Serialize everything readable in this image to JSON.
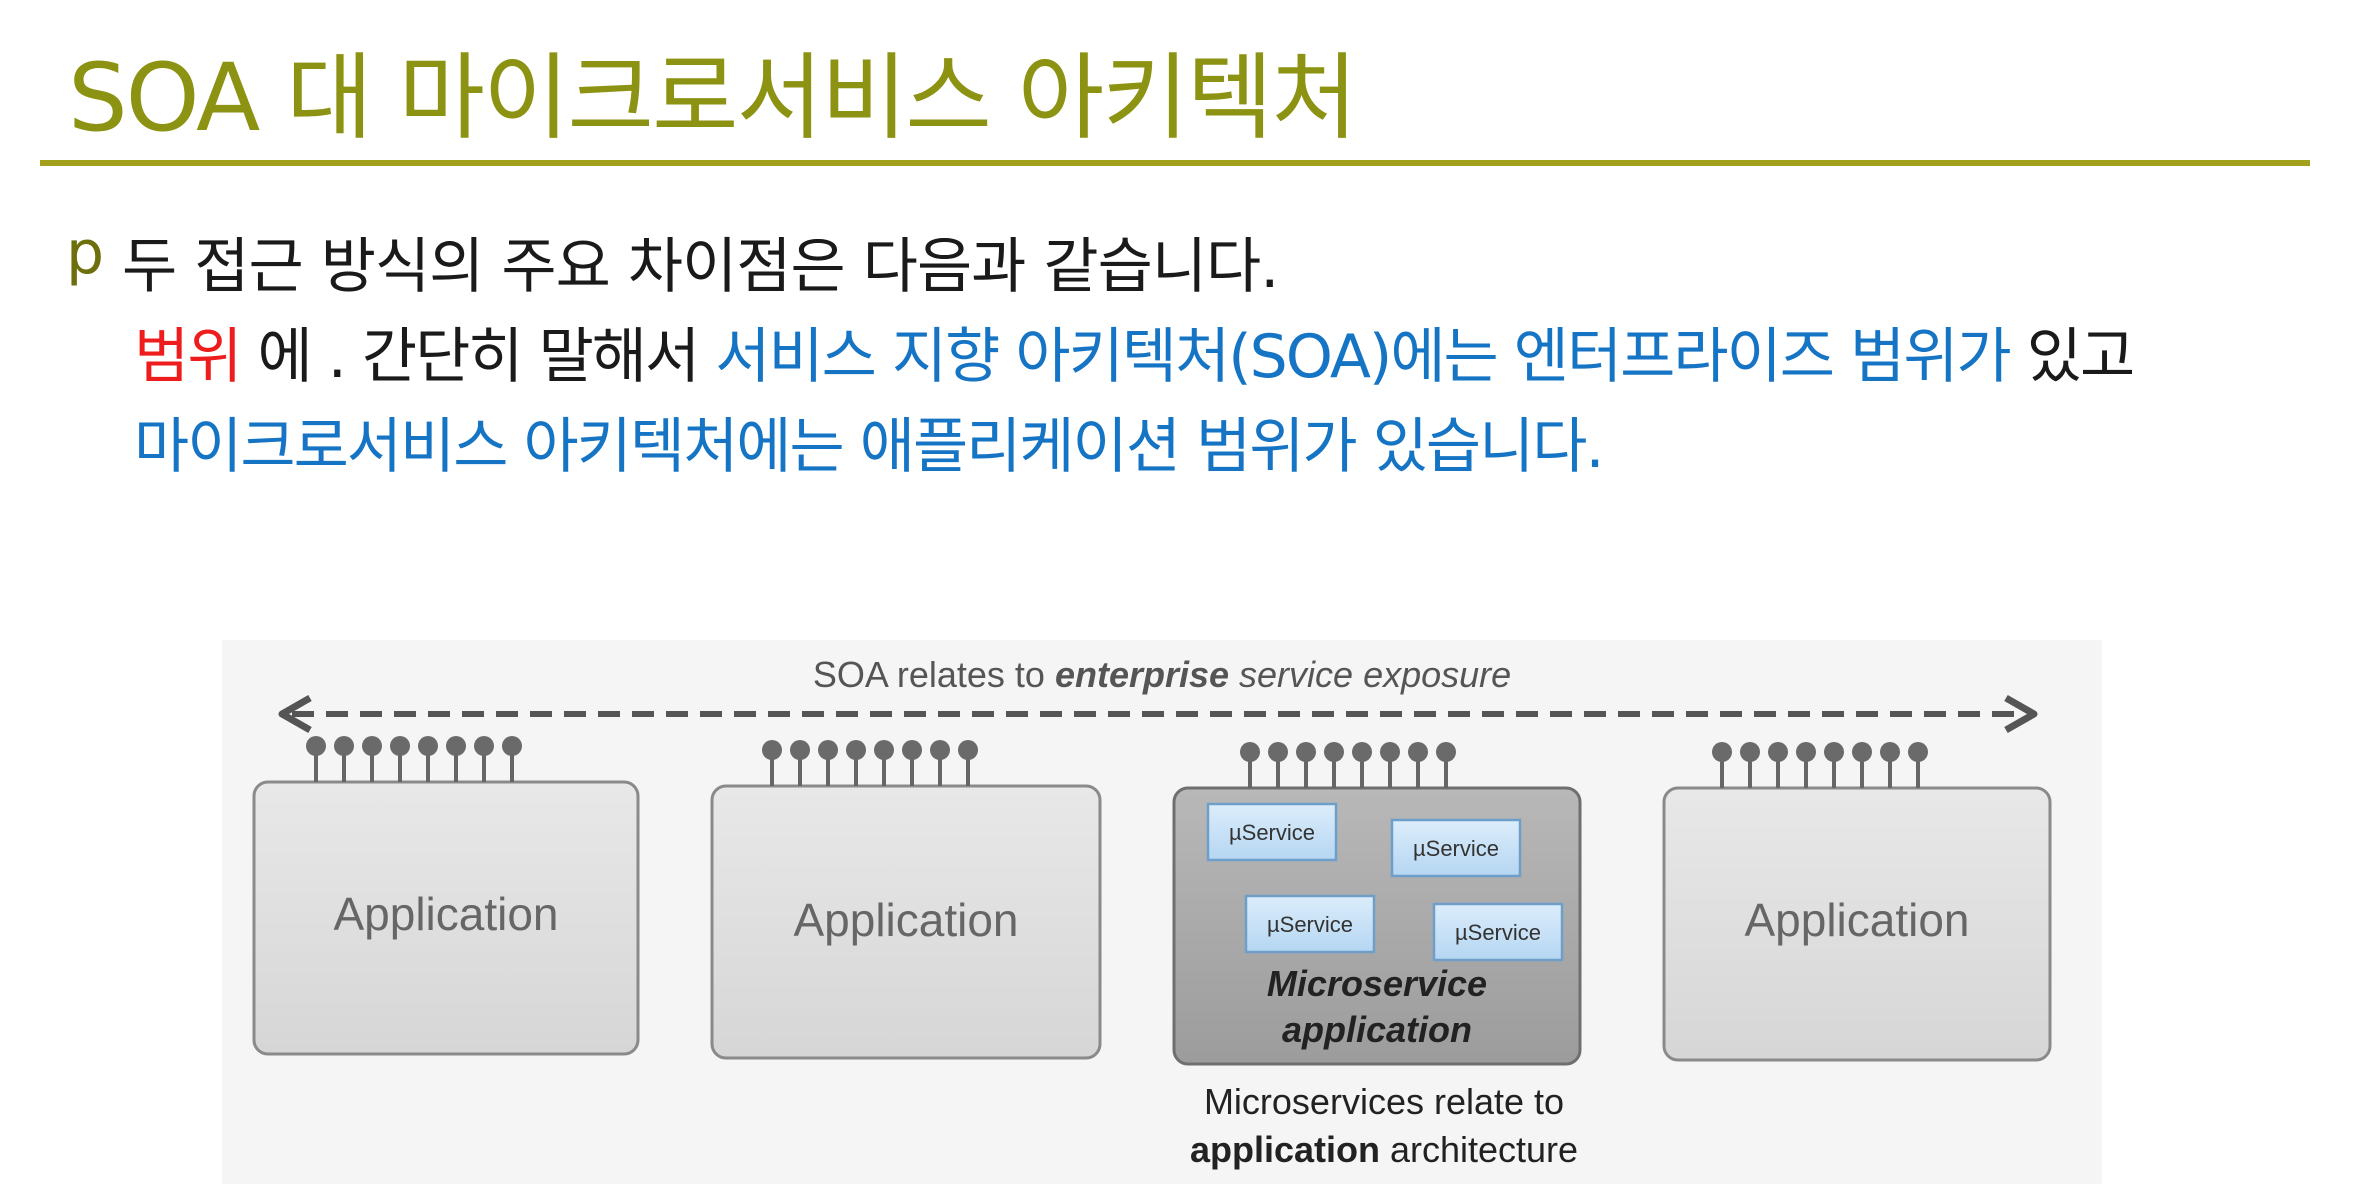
{
  "slide": {
    "title": "SOA 대 마이크로서비스 아키텍처",
    "bullet_marker": "p",
    "bullet_text": "두 접근 방식의 주요 차이점은 다음과 같습니다.",
    "line2_red": "범위",
    "line2_black": " 에 . 간단히 말해서 ",
    "line2_blue": "서비스 지향 아키텍처(SOA)에는 엔터프라이즈 범위가",
    "line2_end": " 있고",
    "line3_blue": "마이크로서비스 아키텍처에는 애플리케이션 범위가 있습니다."
  },
  "colors": {
    "title": "#8c9211",
    "rule": "#a3a01c",
    "highlight_red": "#ee1c1c",
    "highlight_blue": "#1574c4"
  },
  "diagram": {
    "header_pre": "SOA relates to ",
    "header_bold": "enterprise",
    "header_post": " service exposure",
    "app_label": "Application",
    "micro_label_line1": "Microservice",
    "micro_label_line2": "application",
    "service_label": "µService",
    "footer_line1": "Microservices relate to",
    "footer_bold": "application",
    "footer_post": " architecture"
  }
}
